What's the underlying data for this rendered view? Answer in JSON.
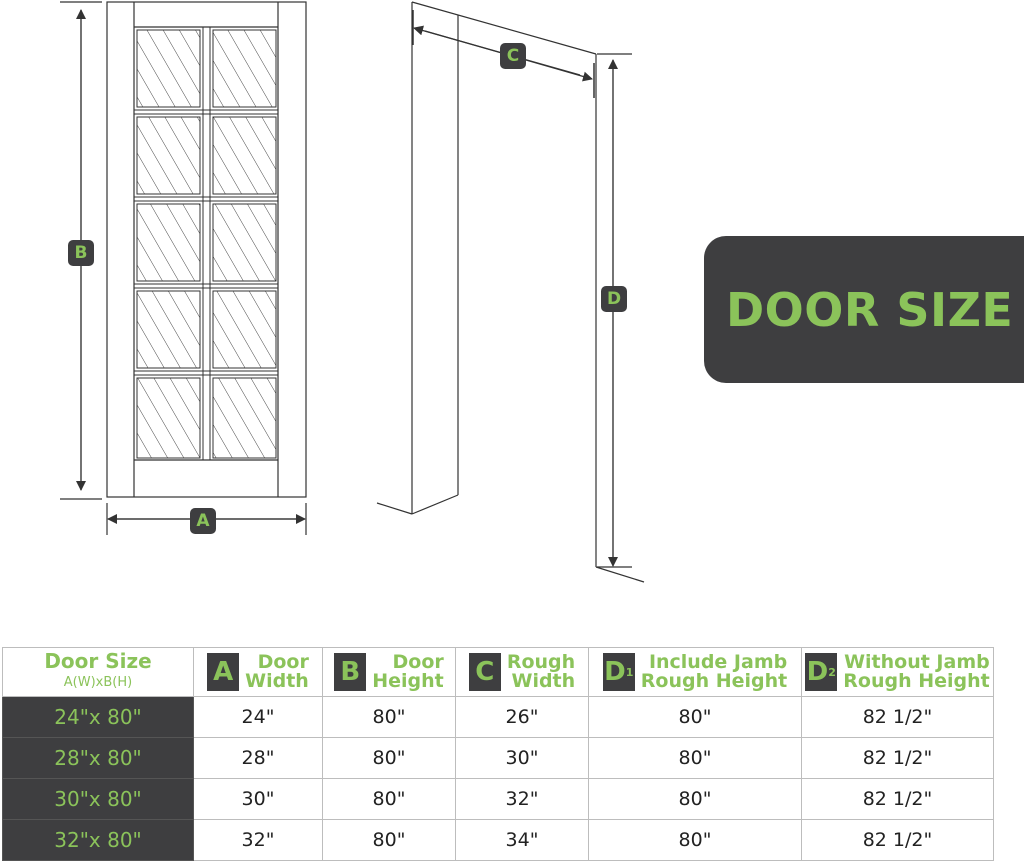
{
  "title": "DOOR SIZE",
  "colors": {
    "accent": "#8bc35a",
    "dark": "#3e3e40",
    "line": "#333333",
    "grid": "#bdbdbd"
  },
  "diagram": {
    "door_labels": {
      "width": "A",
      "height": "B"
    },
    "jamb_labels": {
      "rough_width": "C",
      "rough_height": "D"
    }
  },
  "table": {
    "headers": [
      {
        "letter": "",
        "sub": "",
        "line1": "Door Size",
        "line2": "A(W)xB(H)"
      },
      {
        "letter": "A",
        "sub": "",
        "line1": "Door",
        "line2": "Width"
      },
      {
        "letter": "B",
        "sub": "",
        "line1": "Door",
        "line2": "Height"
      },
      {
        "letter": "C",
        "sub": "",
        "line1": "Rough",
        "line2": "Width"
      },
      {
        "letter": "D",
        "sub": "1",
        "line1": "Include Jamb",
        "line2": "Rough Height"
      },
      {
        "letter": "D",
        "sub": "2",
        "line1": "Without Jamb",
        "line2": "Rough Height"
      }
    ],
    "rows": [
      [
        "24\"x 80\"",
        "24\"",
        "80\"",
        "26\"",
        "80\"",
        "82 1/2\""
      ],
      [
        "28\"x 80\"",
        "28\"",
        "80\"",
        "30\"",
        "80\"",
        "82 1/2\""
      ],
      [
        "30\"x 80\"",
        "30\"",
        "80\"",
        "32\"",
        "80\"",
        "82 1/2\""
      ],
      [
        "32\"x 80\"",
        "32\"",
        "80\"",
        "34\"",
        "80\"",
        "82 1/2\""
      ]
    ]
  }
}
